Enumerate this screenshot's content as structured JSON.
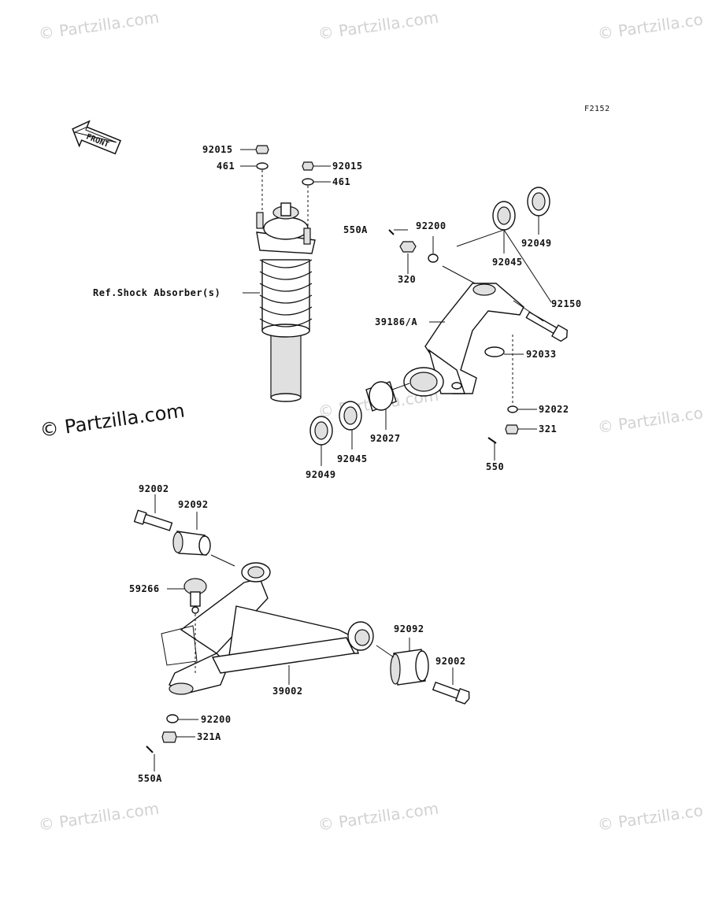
{
  "diagram_code": "F2152",
  "front_arrow": "FRONT",
  "watermark": "© Partzilla.com",
  "watermark_main": "© Partzilla.com",
  "shock_ref": "Ref.Shock Absorber(s)",
  "labels": {
    "n92015a": "92015",
    "n461a": "461",
    "n92015b": "92015",
    "n461b": "461",
    "n550A_top": "550A",
    "n92200_top": "92200",
    "n320": "320",
    "n92049_top": "92049",
    "n92045_top": "92045",
    "n92150": "92150",
    "n39186": "39186/A",
    "n92033": "92033",
    "n92022": "92022",
    "n321": "321",
    "n550": "550",
    "n92027": "92027",
    "n92045_bot": "92045",
    "n92049_bot": "92049",
    "n92002_left": "92002",
    "n92092_left": "92092",
    "n59266": "59266",
    "n92092_right": "92092",
    "n92002_right": "92002",
    "n39002": "39002",
    "n92200_bot": "92200",
    "n321A": "321A",
    "n550A_bot": "550A"
  }
}
